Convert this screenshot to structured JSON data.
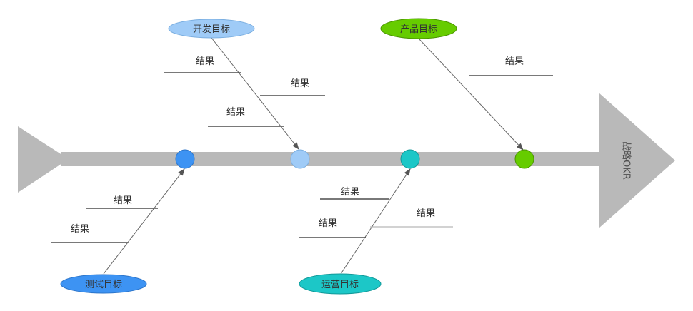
{
  "head": {
    "label": "战略OKR"
  },
  "colors": {
    "skeleton": "#b9b9b9"
  },
  "goals": {
    "development": {
      "label": "开发目标",
      "color": "#9fcbf7",
      "results": [
        "结果",
        "结果",
        "结果"
      ]
    },
    "product": {
      "label": "产品目标",
      "color": "#66cc00",
      "results": [
        "结果"
      ]
    },
    "testing": {
      "label": "测试目标",
      "color": "#3d93f3",
      "results": [
        "结果",
        "结果"
      ]
    },
    "operations": {
      "label": "运营目标",
      "color": "#1cc7c7",
      "results": [
        "结果",
        "结果",
        "结果"
      ]
    }
  }
}
